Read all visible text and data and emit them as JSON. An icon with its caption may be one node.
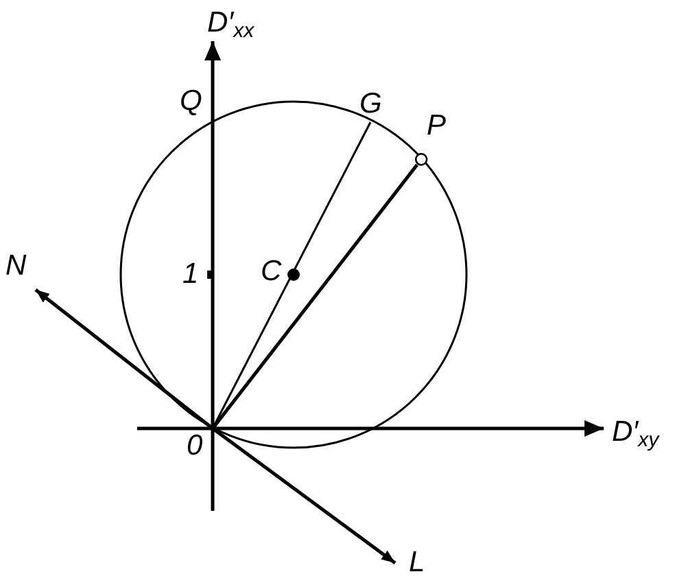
{
  "diagram": {
    "nodes": [
      {
        "text": [
          "0"
        ]
      },
      {
        "text": [
          "G"
        ]
      },
      {
        "text": [
          "P"
        ]
      },
      {
        "text": [
          "N"
        ]
      },
      {
        "text": [
          "L"
        ]
      }
    ],
    "edges": [
      {
        "from": 0,
        "to": 1,
        "arrow": "none"
      },
      {
        "from": 0,
        "to": 2,
        "arrow": "other"
      },
      {
        "from": 0,
        "to": 3,
        "arrow": "to"
      },
      {
        "from": 0,
        "to": 4,
        "arrow": "to"
      }
    ],
    "labels": [
      "D′$_{xx}$",
      "Q",
      "1",
      "C",
      "D′$_{xy}$"
    ]
  }
}
